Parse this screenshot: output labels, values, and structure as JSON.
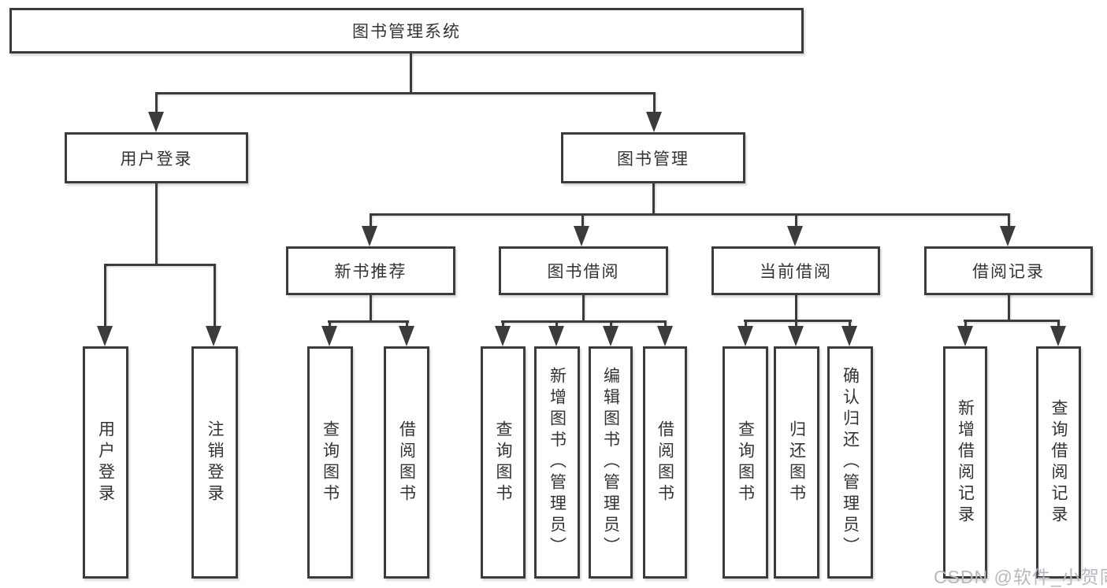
{
  "diagram": {
    "root": {
      "label": "图书管理系统"
    },
    "level2": [
      {
        "id": "user-login",
        "label": "用户登录"
      },
      {
        "id": "book-management",
        "label": "图书管理"
      }
    ],
    "level3": [
      {
        "id": "new-book-recommend",
        "label": "新书推荐"
      },
      {
        "id": "book-borrowing",
        "label": "图书借阅"
      },
      {
        "id": "current-borrowing",
        "label": "当前借阅"
      },
      {
        "id": "borrowing-records",
        "label": "借阅记录"
      }
    ],
    "leaves": [
      {
        "parent": "user-login",
        "label": "用户登录"
      },
      {
        "parent": "user-login",
        "label": "注销登录"
      },
      {
        "parent": "new-book-recommend",
        "label": "查询图书"
      },
      {
        "parent": "new-book-recommend",
        "label": "借阅图书"
      },
      {
        "parent": "book-borrowing",
        "label": "查询图书"
      },
      {
        "parent": "book-borrowing",
        "label": "新增图书（管理员）"
      },
      {
        "parent": "book-borrowing",
        "label": "编辑图书（管理员）"
      },
      {
        "parent": "book-borrowing",
        "label": "借阅图书"
      },
      {
        "parent": "current-borrowing",
        "label": "查询图书"
      },
      {
        "parent": "current-borrowing",
        "label": "归还图书"
      },
      {
        "parent": "current-borrowing",
        "label": "确认归还（管理员）"
      },
      {
        "parent": "borrowing-records",
        "label": "新增借阅记录"
      },
      {
        "parent": "borrowing-records",
        "label": "查询借阅记录"
      }
    ]
  },
  "watermark": {
    "text": "CSDN @软件_小贺同学"
  },
  "colors": {
    "line": "#3b3b3b",
    "text": "#333333",
    "watermark": "#b4b8bf",
    "background": "#ffffff"
  }
}
